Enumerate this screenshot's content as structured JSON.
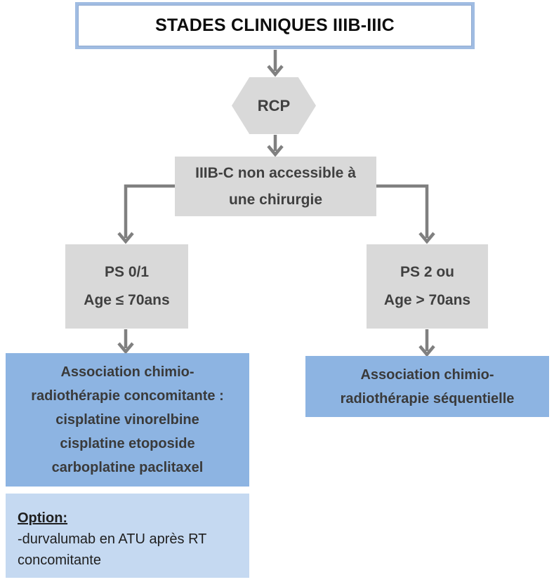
{
  "diagram": {
    "title": "STADES CLINIQUES IIIB-IIIC",
    "nodes": {
      "rcp": {
        "label": "RCP"
      },
      "eligibility": {
        "lines": [
          "IIIB-C non accessible à",
          "une chirurgie"
        ]
      },
      "ps_left": {
        "lines": [
          "PS 0/1",
          "Age ≤ 70ans"
        ]
      },
      "ps_right": {
        "lines": [
          "PS 2 ou",
          "Age > 70ans"
        ]
      },
      "treatment_left": {
        "lines": [
          "Association chimio-",
          "radiothérapie concomitante :",
          "cisplatine vinorelbine",
          "cisplatine etoposide",
          "carboplatine paclitaxel"
        ]
      },
      "treatment_right": {
        "lines": [
          "Association chimio-",
          "radiothérapie séquentielle"
        ]
      },
      "option": {
        "title": "Option:",
        "body": "-durvalumab en ATU après RT concomitante"
      }
    },
    "colors": {
      "gray_box": "#D9D9D9",
      "blue_box": "#8DB4E2",
      "light_blue_box": "#C5D9F1",
      "title_border": "#A0BCE2",
      "arrow": "#808080",
      "dark_text": "#404040"
    }
  }
}
